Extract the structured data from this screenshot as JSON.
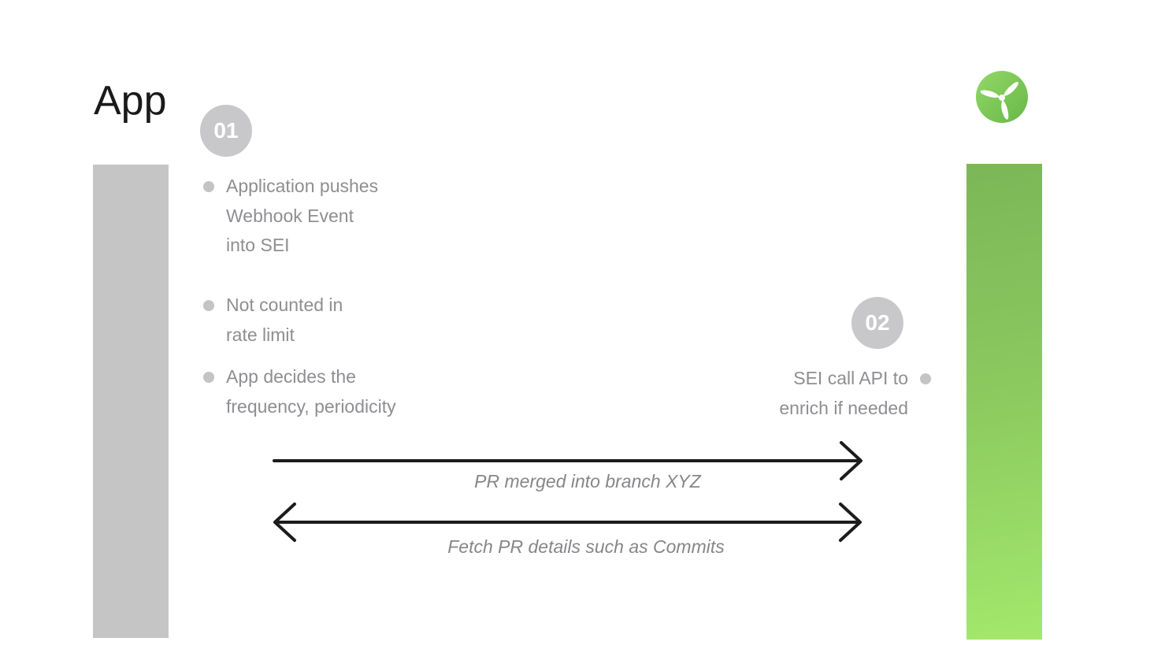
{
  "title": "App",
  "step1": {
    "badge": "01",
    "items": [
      {
        "lines": [
          "Application pushes",
          "Webhook Event",
          "into SEI"
        ]
      },
      {
        "lines": [
          "Not counted in",
          "rate limit"
        ]
      },
      {
        "lines": [
          "App decides the",
          "frequency, periodicity"
        ]
      }
    ]
  },
  "step2": {
    "badge": "02",
    "items": [
      {
        "lines": [
          "SEI call API to",
          "enrich if needed"
        ]
      }
    ]
  },
  "arrows": {
    "forward_label": "PR merged into branch XYZ",
    "backward_label": "Fetch PR details such as Commits"
  },
  "icons": {
    "logo": "propeller-logo-icon",
    "bullet": "bullet-dot-icon"
  },
  "colors": {
    "background": "#ffffff",
    "title_text": "#1a1a1a",
    "body_text": "#8e8e93",
    "label_text": "#86868b",
    "bullet_dot": "#c4c4c6",
    "badge_background": "#c8c8ca",
    "badge_text": "#ffffff",
    "left_bar": "#c5c5c6",
    "right_bar_gradient_top": "#7cb757",
    "right_bar_gradient_bottom": "#a3e86c",
    "arrow_stroke": "#1c1c1e",
    "logo_green_light": "#93d868",
    "logo_green_dark": "#68b748",
    "logo_blades": "#ffffff"
  }
}
